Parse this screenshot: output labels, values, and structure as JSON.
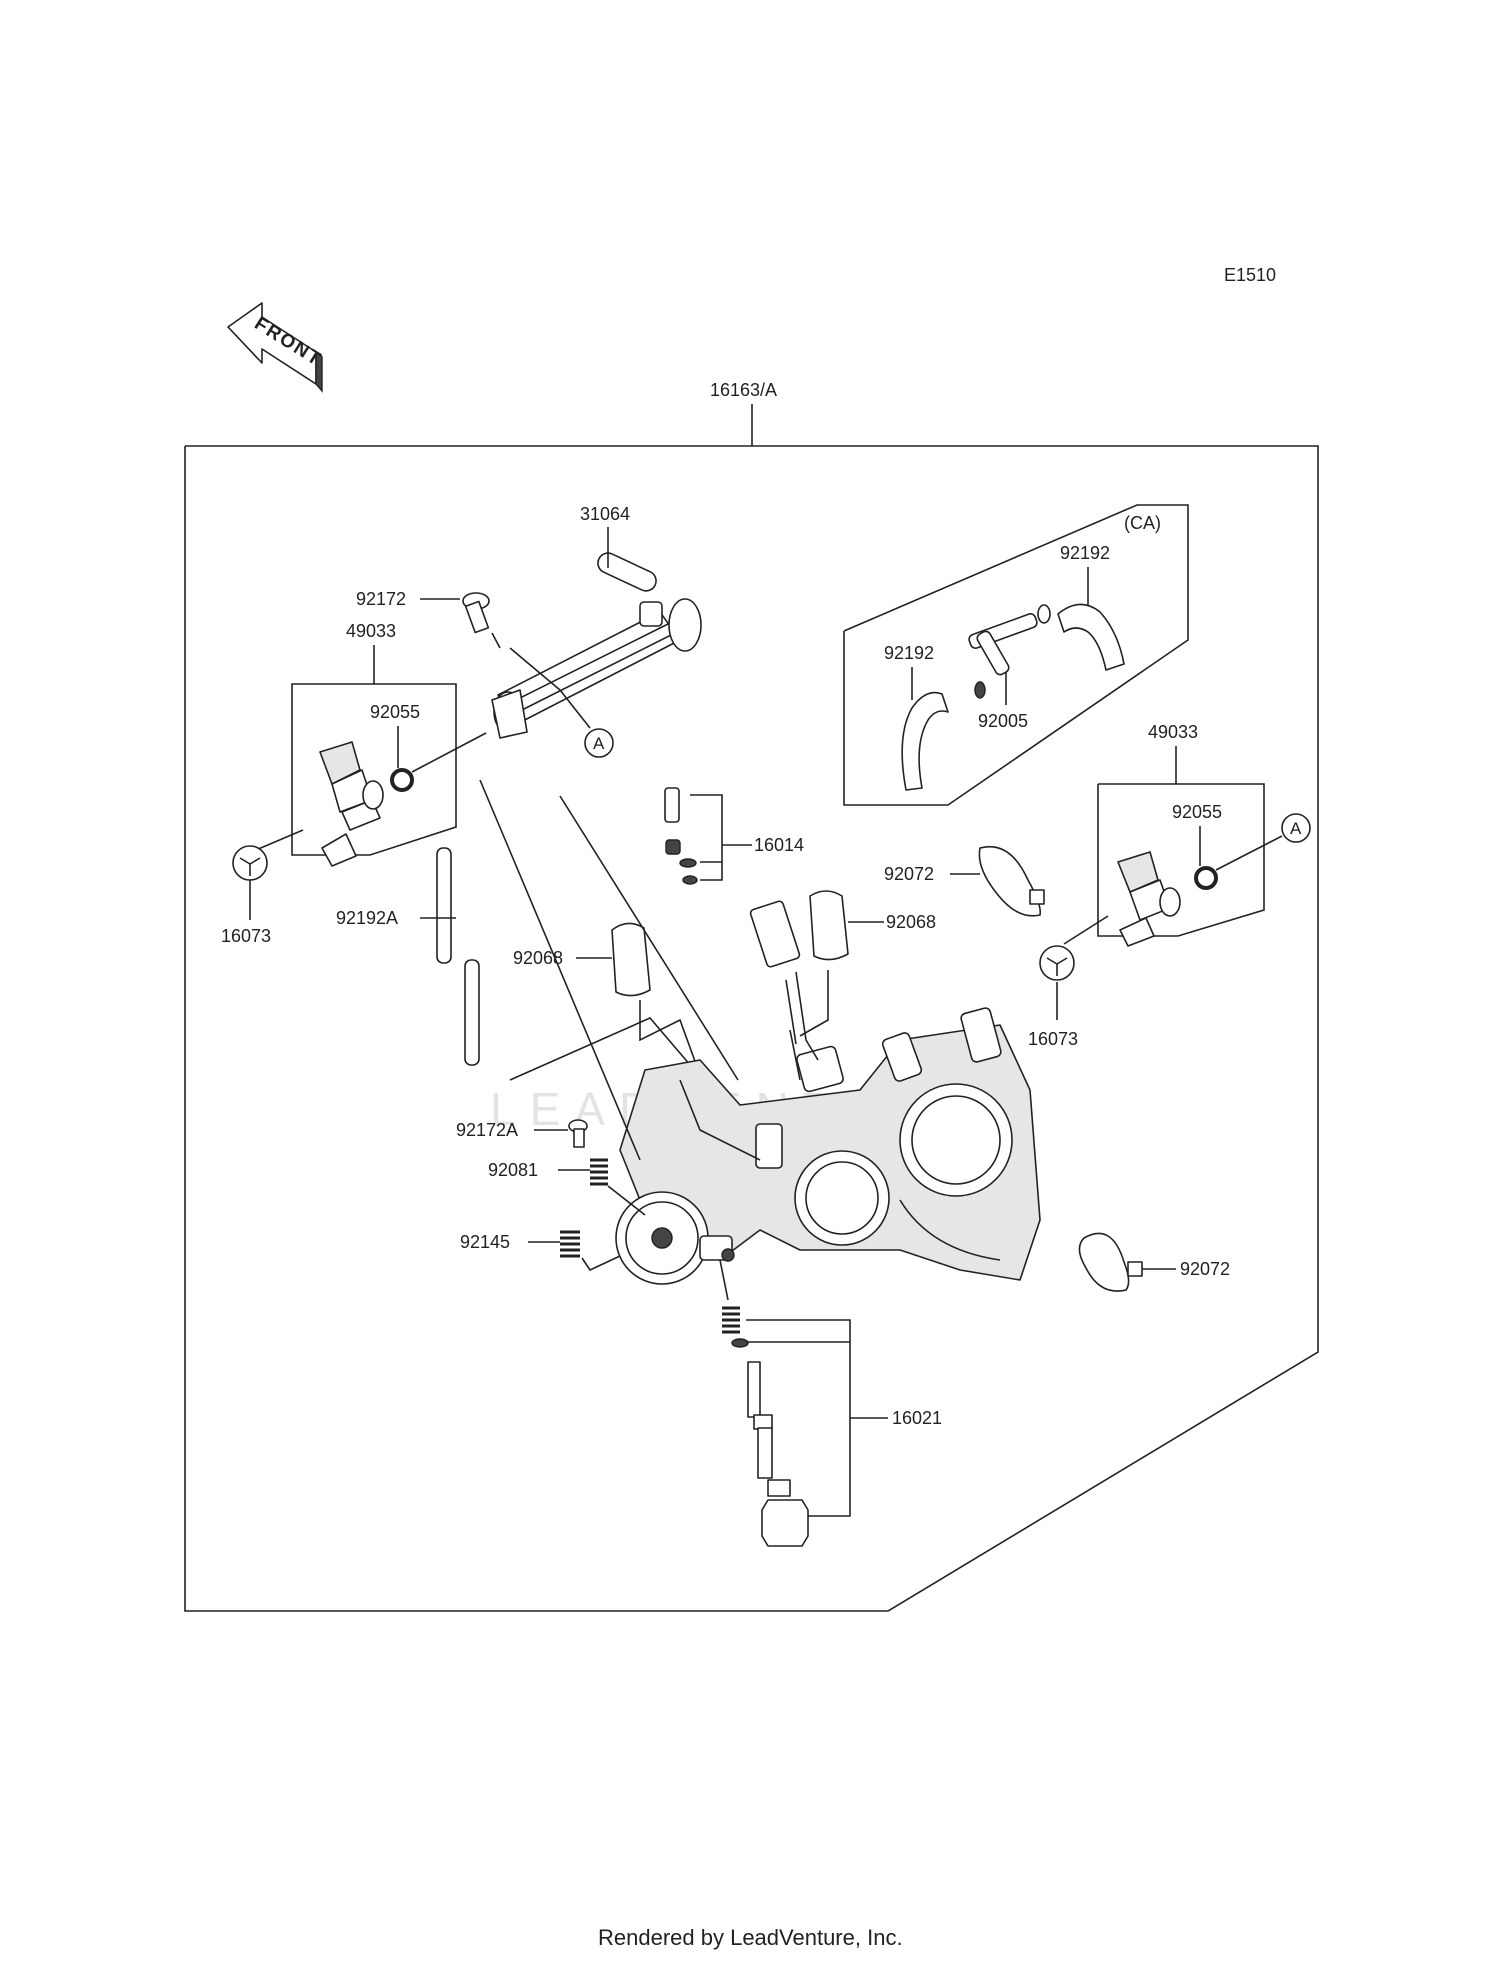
{
  "diagram_code": "E1510",
  "front_label": "FRONT",
  "main_assembly": "16163/A",
  "california_tag": "(CA)",
  "watermark": "LEADVENTURE",
  "footer": "Rendered by LeadVenture, Inc.",
  "callout_letter": "A",
  "parts": {
    "p31064": "31064",
    "p92172": "92172",
    "p49033_left": "49033",
    "p92055_left": "92055",
    "p16073_left": "16073",
    "p92192A": "92192A",
    "p92068_left": "92068",
    "p92172A": "92172A",
    "p92081": "92081",
    "p92145": "92145",
    "p16014": "16014",
    "p92068_right": "92068",
    "p92072_top": "92072",
    "p49033_right": "49033",
    "p92055_right": "92055",
    "p16073_right": "16073",
    "p92072_bottom": "92072",
    "p16021": "16021",
    "p92192_top": "92192",
    "p92192_left": "92192",
    "p92005": "92005"
  }
}
